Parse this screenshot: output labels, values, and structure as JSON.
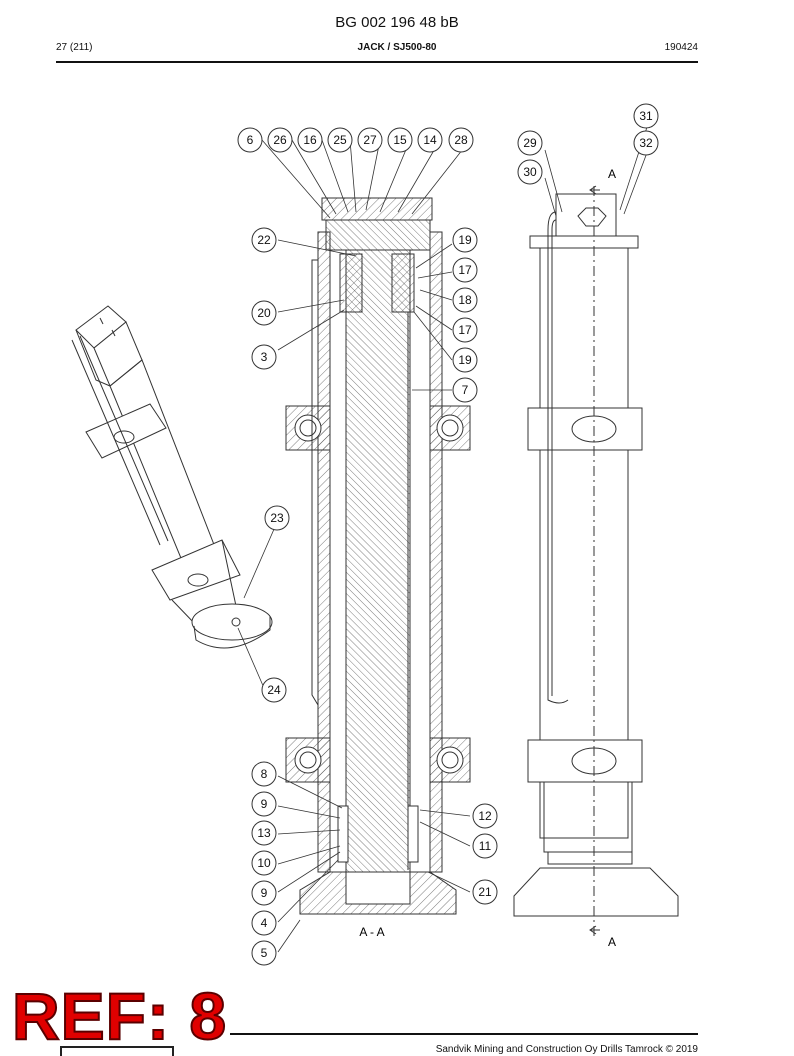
{
  "header": {
    "doc_number": "BG 002 196 48 bB",
    "page": "27 (211)",
    "title": "JACK / SJ500-80",
    "date": "190424"
  },
  "drawing": {
    "section_label": "A - A",
    "view_marker_top": "A",
    "view_marker_bottom": "A",
    "callouts": [
      "6",
      "26",
      "16",
      "25",
      "27",
      "15",
      "14",
      "28",
      "29",
      "30",
      "31",
      "32",
      "22",
      "19",
      "17",
      "18",
      "20",
      "17",
      "3",
      "19",
      "7",
      "23",
      "24",
      "8",
      "9",
      "13",
      "10",
      "9",
      "4",
      "5",
      "12",
      "11",
      "21"
    ]
  },
  "footer": {
    "text": "Sandvik Mining and Construction Oy Drills Tamrock © 2019",
    "ref_stamp": "REF: 8"
  },
  "colors": {
    "stamp": "#e00000"
  }
}
